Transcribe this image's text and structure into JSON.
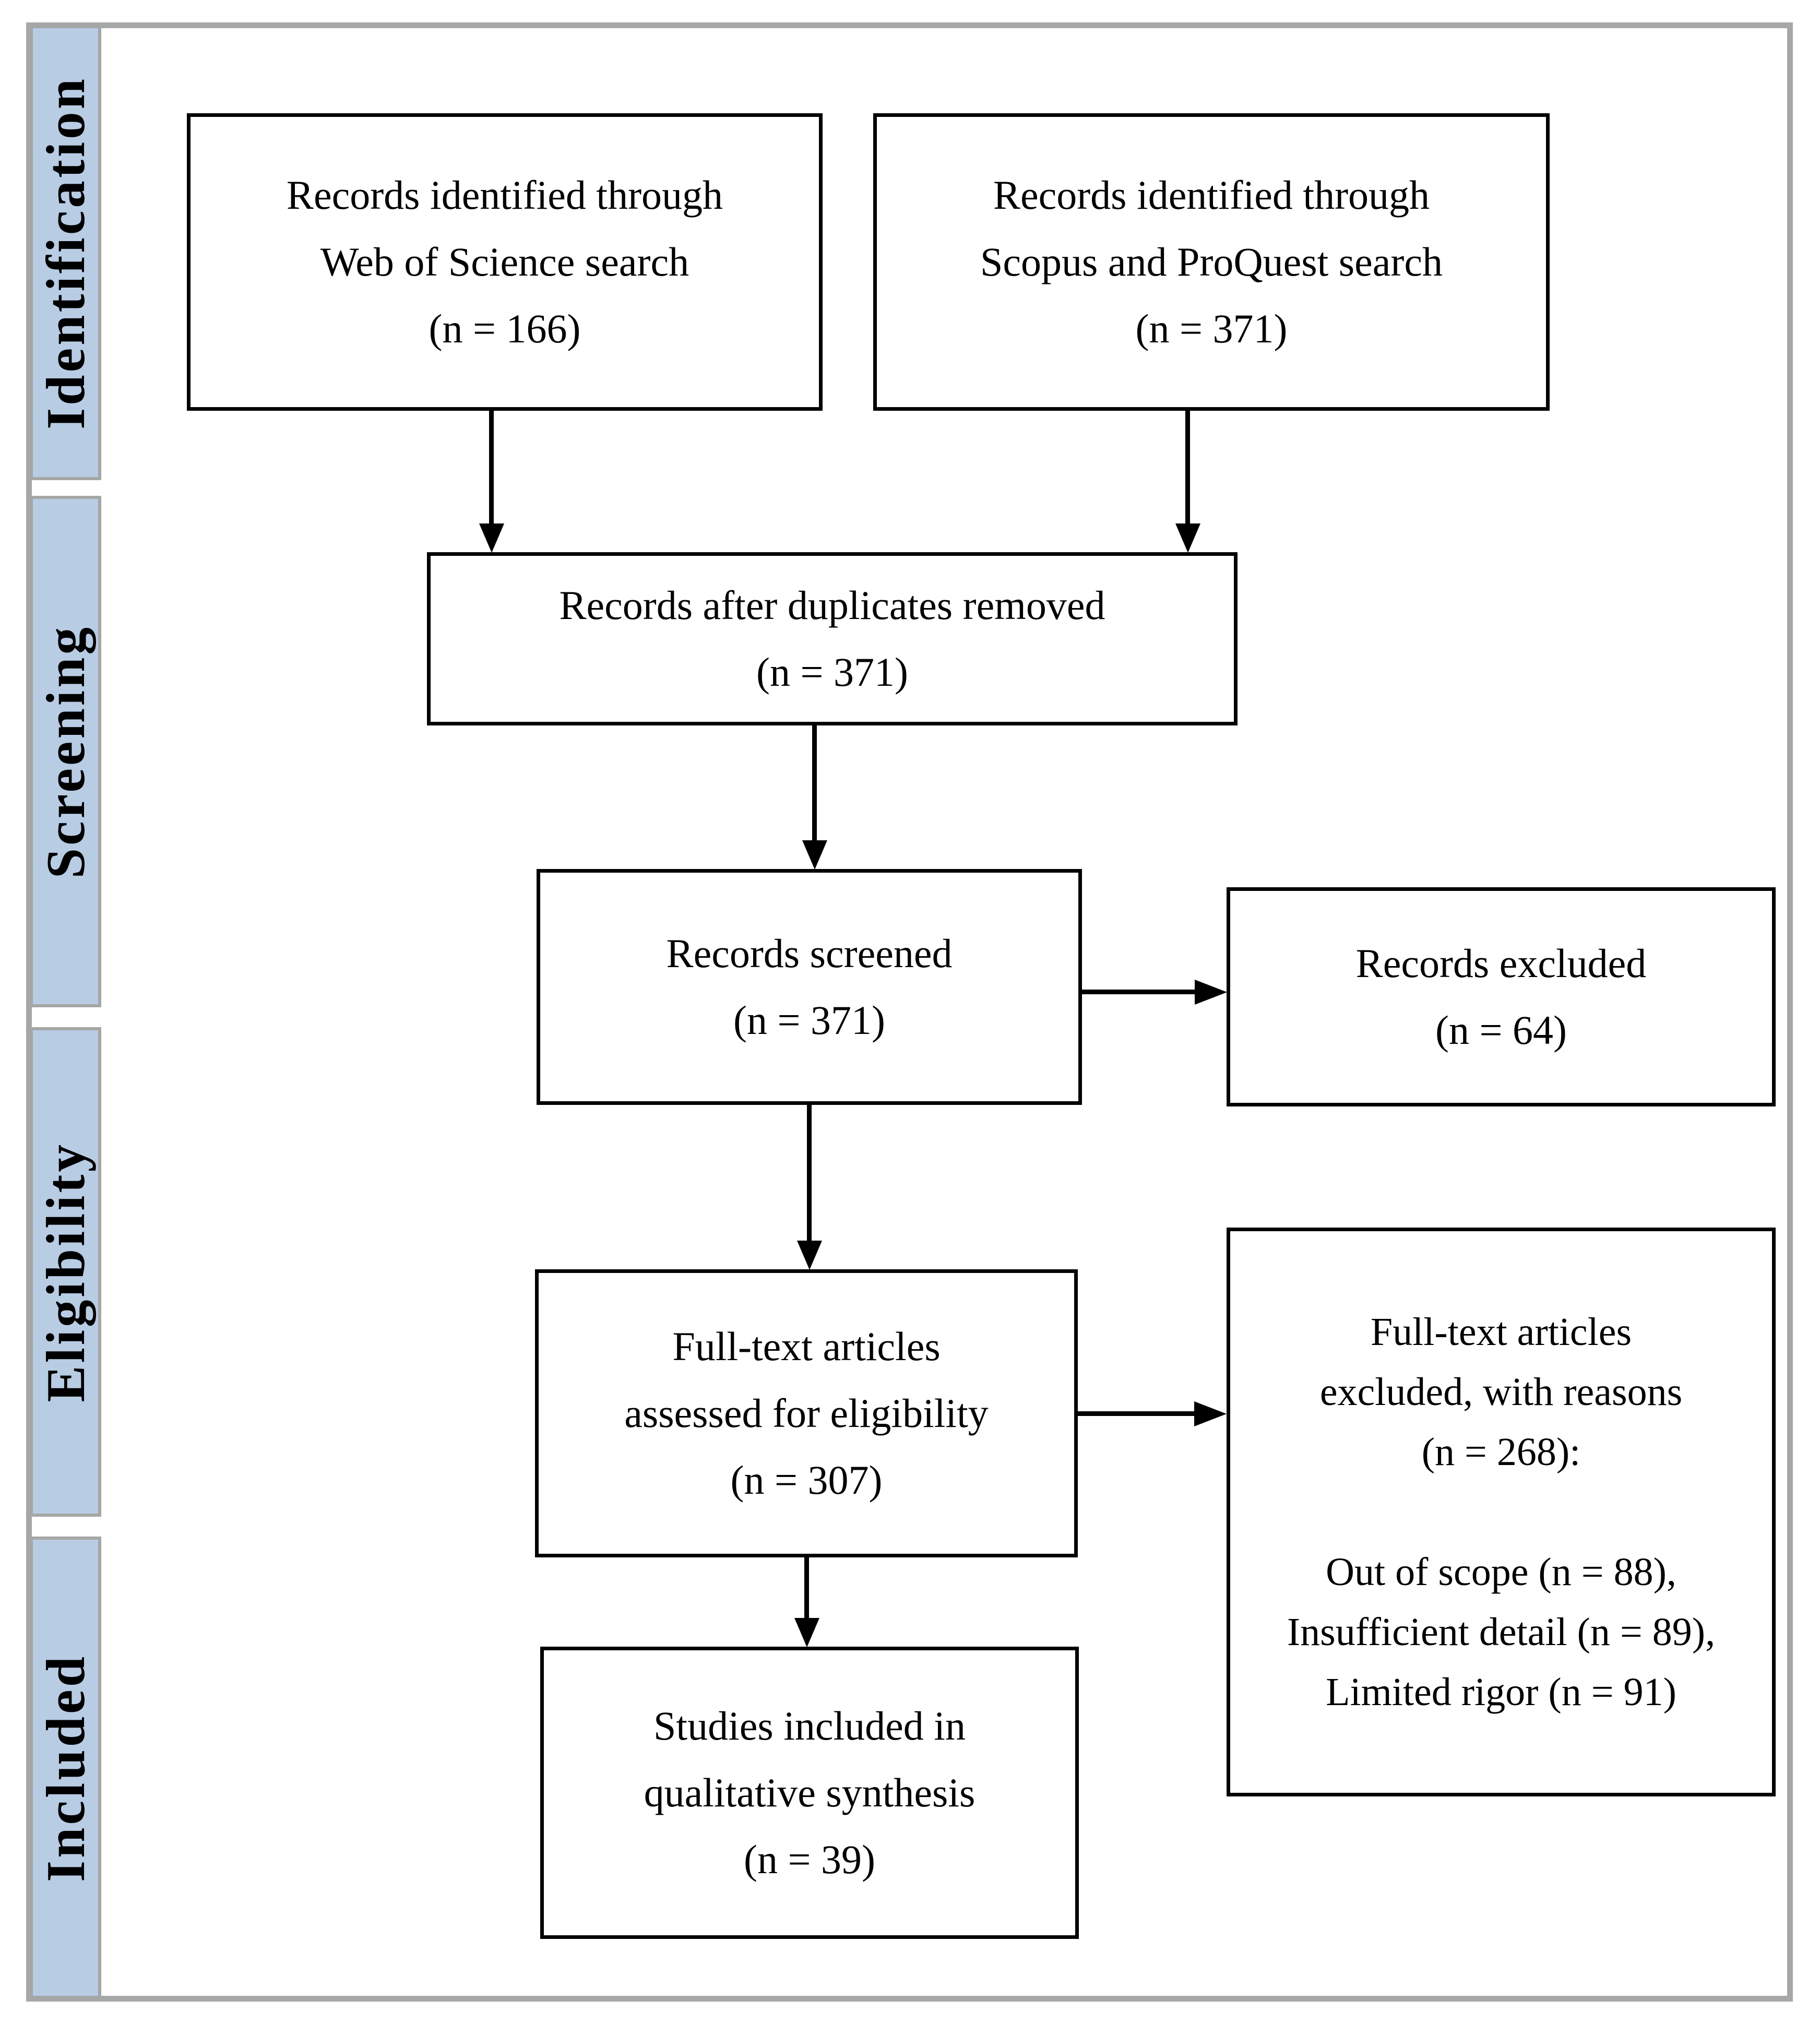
{
  "sidebar": {
    "stages": [
      {
        "label": "Identification"
      },
      {
        "label": "Screening"
      },
      {
        "label": "Eligibility"
      },
      {
        "label": "Included"
      }
    ]
  },
  "boxes": {
    "identified_wos": {
      "lines": [
        "Records identified through",
        "Web of Science search",
        "(n = 166)"
      ]
    },
    "identified_scopus_proquest": {
      "lines": [
        "Records identified through",
        "Scopus and ProQuest search",
        "(n = 371)"
      ]
    },
    "after_duplicates_removed": {
      "lines": [
        "Records after duplicates removed",
        "(n = 371)"
      ]
    },
    "records_screened": {
      "lines": [
        "Records screened",
        "(n = 371)"
      ]
    },
    "records_excluded": {
      "lines": [
        "Records excluded",
        "(n = 64)"
      ]
    },
    "fulltext_assessed": {
      "lines": [
        "Full-text articles",
        "assessed for eligibility",
        "(n = 307)"
      ]
    },
    "fulltext_excluded": {
      "head_lines": [
        "Full-text articles",
        "excluded, with reasons",
        "(n = 268):"
      ],
      "reason_lines": [
        "Out of scope (n = 88),",
        "Insufficient detail (n = 89),",
        "Limited rigor (n = 91)"
      ]
    },
    "included_qualitative_synthesis": {
      "lines": [
        "Studies included in",
        "qualitative synthesis",
        "(n = 39)"
      ]
    }
  },
  "colors": {
    "stage_fill": "#b8cce4",
    "stage_border": "#a6a6a6",
    "frame_border": "#a7a7a7",
    "box_border": "#000000",
    "arrow": "#000000",
    "text": "#000000",
    "background": "#ffffff"
  }
}
